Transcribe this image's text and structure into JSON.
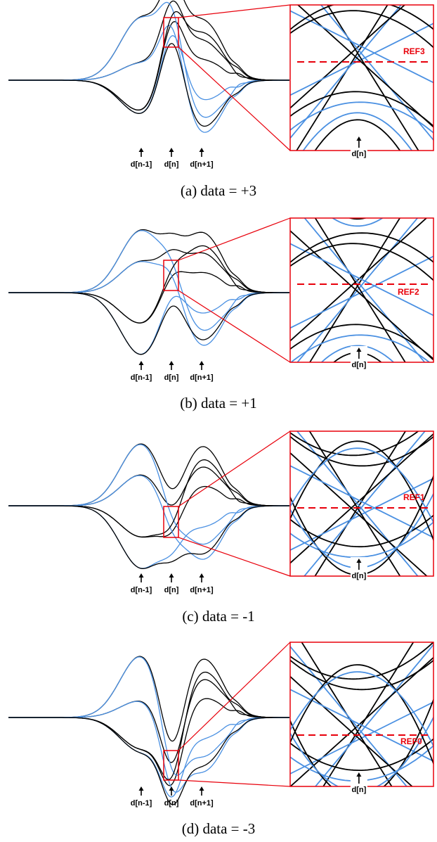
{
  "colors": {
    "black_curve": "#000000",
    "blue_curve": "#4a90e2",
    "zoom_box": "#e8000b",
    "reference_line": "#e8000b"
  },
  "panels": [
    {
      "id": "a",
      "caption": "(a) data = +3",
      "ref_label": "REF3",
      "sample_labels": [
        "d[n-1]",
        "d[n]",
        "d[n+1]"
      ],
      "zoom_arrow_label": "d[n]"
    },
    {
      "id": "b",
      "caption": "(b) data = +1",
      "ref_label": "REF2",
      "sample_labels": [
        "d[n-1]",
        "d[n]",
        "d[n+1]"
      ],
      "zoom_arrow_label": "d[n]"
    },
    {
      "id": "c",
      "caption": "(c) data = -1",
      "ref_label": "REF1",
      "sample_labels": [
        "d[n-1]",
        "d[n]",
        "d[n+1]"
      ],
      "zoom_arrow_label": "d[n]"
    },
    {
      "id": "d",
      "caption": "(d) data = -3",
      "ref_label": "REF0",
      "sample_labels": [
        "d[n-1]",
        "d[n]",
        "d[n+1]"
      ],
      "zoom_arrow_label": "d[n]"
    }
  ]
}
